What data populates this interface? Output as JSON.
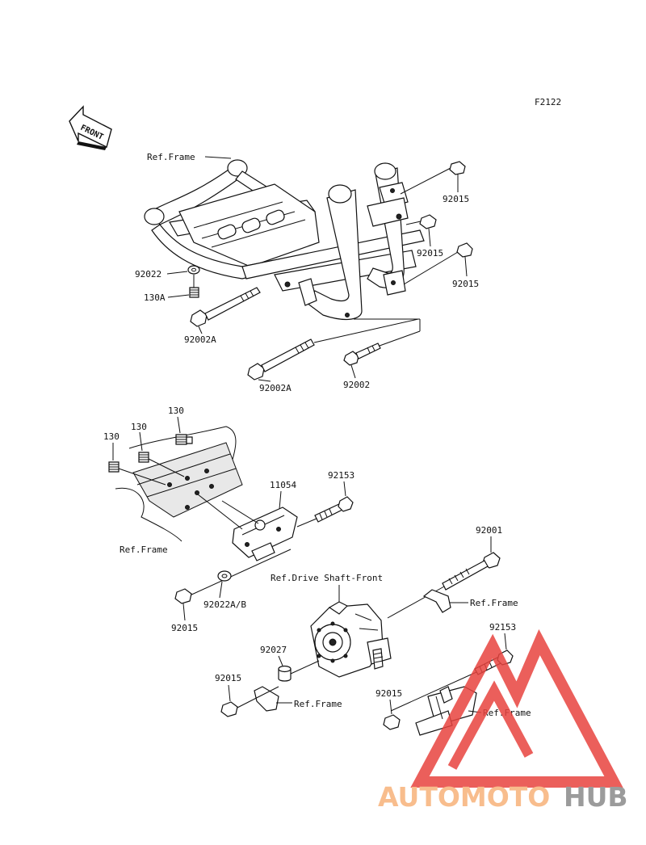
{
  "diagram_code": "F2122",
  "front_arrow_label": "FRONT",
  "labels": {
    "ref_frame_top": "Ref.Frame",
    "p92015_a": "92015",
    "p92015_b": "92015",
    "p92015_c": "92015",
    "p92022": "92022",
    "p130A": "130A",
    "p92002A_a": "92002A",
    "p92002A_b": "92002A",
    "p92002": "92002",
    "p130_a": "130",
    "p130_b": "130",
    "p130_c": "130",
    "p11054": "11054",
    "p92153_a": "92153",
    "ref_frame_mid": "Ref.Frame",
    "p92001": "92001",
    "ref_drive_shaft": "Ref.Drive Shaft-Front",
    "ref_frame_right": "Ref.Frame",
    "p92015_d": "92015",
    "p92022AB": "92022A/B",
    "p92153_b": "92153",
    "p92027": "92027",
    "p92015_e": "92015",
    "ref_frame_low": "Ref.Frame",
    "p92015_f": "92015",
    "ref_frame_lowright": "Ref.Frame"
  },
  "watermark": {
    "part1": "AUTOMOTO",
    "part2": "HUB",
    "color1": "#f7b27a",
    "color2": "#8a8a8a",
    "triangle_color": "#e8443f"
  }
}
